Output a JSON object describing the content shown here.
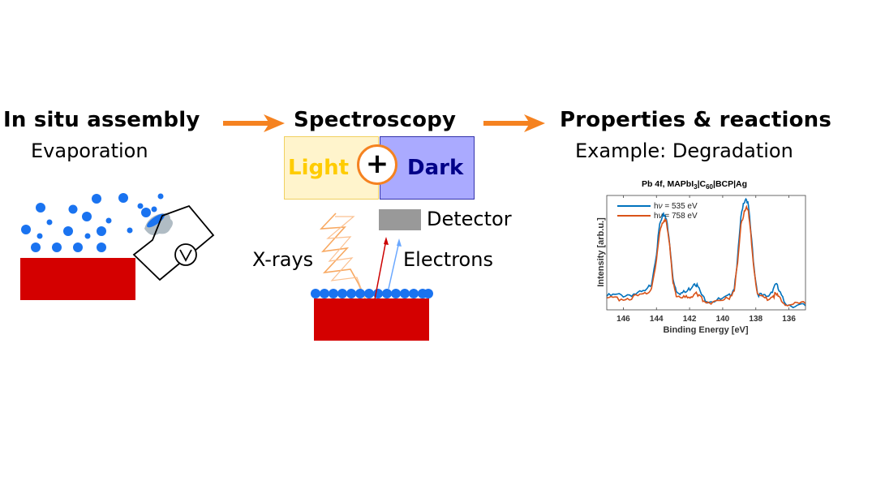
{
  "stages": [
    {
      "heading": "In situ assembly",
      "subheading": "Evaporation"
    },
    {
      "heading": "Spectroscopy",
      "light_label": "Light",
      "dark_label": "Dark",
      "plus_symbol": "+",
      "detector_label": "Detector",
      "xrays_label": "X-rays",
      "electrons_label": "Electrons"
    },
    {
      "heading": "Properties & reactions",
      "subheading": "Example: Degradation"
    }
  ],
  "icons": {
    "arrow": "right-arrow-icon",
    "voltmeter": "voltmeter-icon"
  },
  "colors": {
    "arrow": "#f58220",
    "substrate": "#d40000",
    "particles": "#1a73f0",
    "light_box_fill": "#fff4cc",
    "light_box_border": "#f0d060",
    "light_text": "#ffcc00",
    "dark_box_fill": "#aaaaff",
    "dark_box_border": "#3333aa",
    "dark_text": "#000088",
    "detector": "#999999",
    "xray": "#f8a860",
    "electron_red": "#cc0000",
    "electron_blue": "#6aa8ff",
    "series_535": "#0072bd",
    "series_758": "#d95319"
  },
  "chart_data": {
    "type": "line",
    "title": "Pb 4f, MAPbI3|C60|BCP|Ag",
    "title_parts": {
      "a": "Pb 4f, MAPbI",
      "sub1": "3",
      "b": "|C",
      "sub2": "60",
      "c": "|BCP|Ag"
    },
    "xlabel": "Binding Energy [eV]",
    "ylabel": "Intensity [arb.u.]",
    "xlim": [
      147,
      135
    ],
    "x_reversed": true,
    "ylim": [
      0,
      1.1
    ],
    "xticks": [
      146,
      144,
      142,
      140,
      138,
      136
    ],
    "yticks": [],
    "grid": false,
    "legend_position": "top-left",
    "series": [
      {
        "name": "hν = 535 eV",
        "legend_prefix": "h",
        "legend_nu": "ν",
        "legend_suffix": " = 535 eV",
        "x": [
          147,
          146.5,
          146,
          145.5,
          145,
          144.6,
          144.3,
          144.0,
          143.8,
          143.6,
          143.5,
          143.4,
          143.2,
          143.0,
          142.8,
          142.5,
          142.2,
          141.9,
          141.7,
          141.5,
          141.2,
          140.9,
          140.5,
          140.0,
          139.6,
          139.3,
          139.1,
          138.9,
          138.7,
          138.6,
          138.45,
          138.3,
          138.1,
          137.9,
          137.6,
          137.3,
          137.0,
          136.8,
          136.6,
          136.3,
          136.0,
          135.5,
          135.0
        ],
        "y": [
          0.13,
          0.14,
          0.14,
          0.15,
          0.16,
          0.18,
          0.26,
          0.55,
          0.82,
          0.9,
          0.92,
          0.88,
          0.62,
          0.3,
          0.19,
          0.16,
          0.17,
          0.22,
          0.27,
          0.22,
          0.12,
          0.09,
          0.09,
          0.1,
          0.13,
          0.22,
          0.5,
          0.88,
          1.05,
          1.08,
          1.0,
          0.75,
          0.4,
          0.16,
          0.13,
          0.12,
          0.19,
          0.26,
          0.18,
          0.08,
          0.05,
          0.04,
          0.04
        ]
      },
      {
        "name": "hν = 758 eV",
        "legend_prefix": "h",
        "legend_nu": "ν",
        "legend_suffix": " = 758 eV",
        "x": [
          147,
          146.5,
          146,
          145.5,
          145,
          144.6,
          144.3,
          144.0,
          143.8,
          143.6,
          143.5,
          143.4,
          143.2,
          143.0,
          142.8,
          142.5,
          142.2,
          141.9,
          141.7,
          141.5,
          141.2,
          140.9,
          140.5,
          140.0,
          139.6,
          139.3,
          139.1,
          138.9,
          138.7,
          138.6,
          138.45,
          138.3,
          138.1,
          137.9,
          137.6,
          137.3,
          137.0,
          136.8,
          136.6,
          136.3,
          136.0,
          135.5,
          135.0
        ],
        "y": [
          0.1,
          0.11,
          0.11,
          0.12,
          0.13,
          0.15,
          0.22,
          0.48,
          0.74,
          0.85,
          0.88,
          0.84,
          0.6,
          0.28,
          0.15,
          0.11,
          0.12,
          0.14,
          0.16,
          0.13,
          0.1,
          0.08,
          0.08,
          0.09,
          0.12,
          0.2,
          0.45,
          0.8,
          0.95,
          0.98,
          0.93,
          0.72,
          0.38,
          0.15,
          0.12,
          0.11,
          0.13,
          0.15,
          0.11,
          0.07,
          0.05,
          0.05,
          0.06
        ]
      }
    ]
  }
}
